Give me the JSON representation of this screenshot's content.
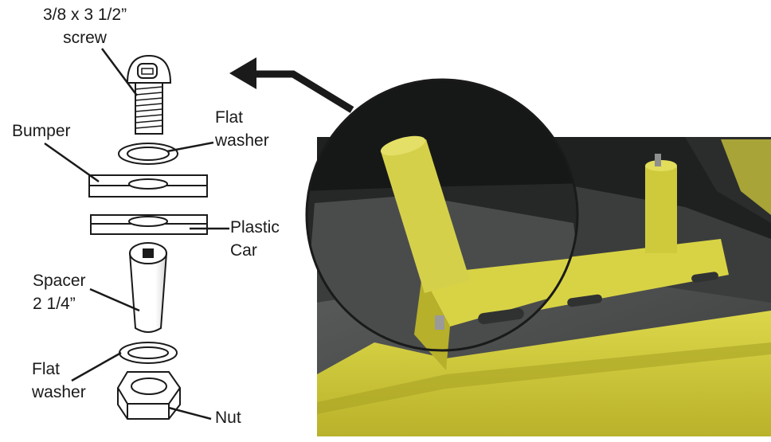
{
  "screw_label": {
    "line1": "3/8 x  3  1/2”",
    "line2": "screw"
  },
  "bumper_label": "Bumper",
  "flat_washer_top_label": {
    "line1": "Flat",
    "line2": "washer"
  },
  "plastic_car_label": {
    "line1": "Plastic",
    "line2": "Car"
  },
  "spacer_label": {
    "line1": "Spacer",
    "line2": "2 1/4”"
  },
  "flat_washer_bottom_label": {
    "line1": "Flat",
    "line2": "washer"
  },
  "nut_label": "Nut",
  "colors": {
    "line": "#1a1a1a",
    "bracket_yellow": "#d4cf3a",
    "photo_dark": "#2f3131"
  }
}
